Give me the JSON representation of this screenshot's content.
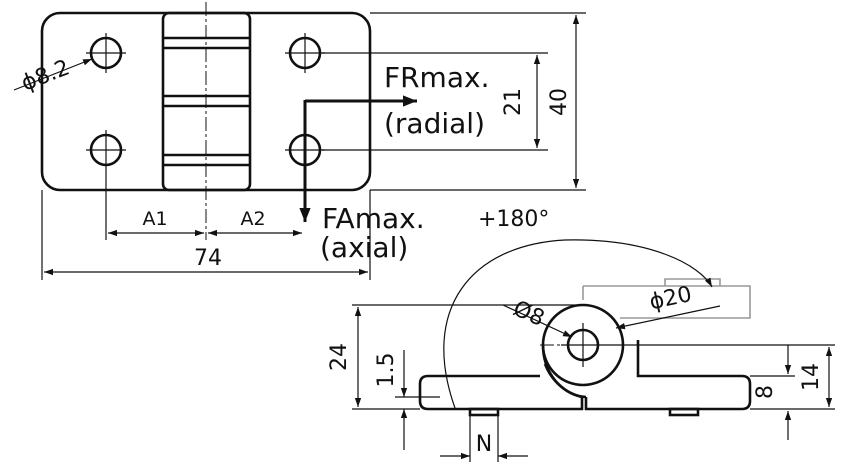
{
  "forces": {
    "radial_name": "FRmax.",
    "radial_sub": "(radial)",
    "axial_name": "FAmax.",
    "axial_sub": "(axial)"
  },
  "top_view": {
    "hole_diameter": "ϕ8.2",
    "dim_a1": "A1",
    "dim_a2": "A2",
    "dim_length": "74",
    "dim_hole_spacing": "21",
    "dim_height": "40"
  },
  "side_view": {
    "rotation": "+180°",
    "pin_diameter": "Ø8",
    "knuckle_diameter": "ϕ20",
    "dim_overall_height": "24",
    "dim_offset": "1.5",
    "dim_leaf_height": "8",
    "dim_total": "14",
    "dim_n": "N"
  }
}
